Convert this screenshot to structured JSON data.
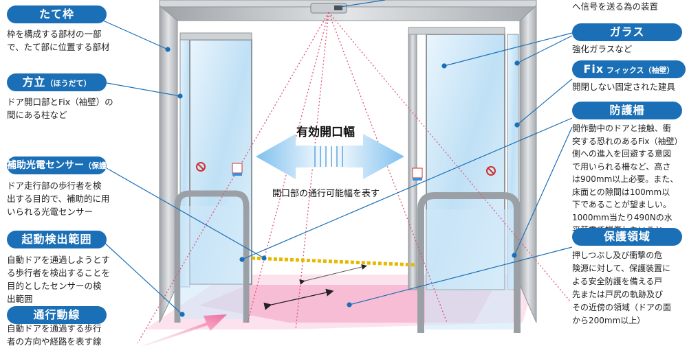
{
  "left_labels": [
    {
      "id": "tatewaku",
      "title": "たて枠",
      "sub": "",
      "desc": [
        "枠を構成する部材の一部",
        "で、たて部に位置する部材"
      ]
    },
    {
      "id": "houdate",
      "title": "方立",
      "sub": "（ほうだて）",
      "desc": [
        "ドア開口部とFix（袖壁）の",
        "間にある柱など"
      ]
    },
    {
      "id": "hojo-sensor",
      "title": "補助光電センサー",
      "sub": "（保護装置）",
      "desc": [
        "ドア走行部の歩行者を検",
        "出する目的で、補助的に用",
        "いられる光電センサー"
      ]
    },
    {
      "id": "kidou",
      "title": "起動検出範囲",
      "sub": "",
      "desc": [
        "自動ドアを通過しようとす",
        "る歩行者を検出することを",
        "目的としたセンサーの検",
        "出範囲"
      ]
    },
    {
      "id": "tsuukou",
      "title": "通行動線",
      "sub": "",
      "desc": [
        "自動ドアを通過する歩行",
        "者の方向や経路を表す線"
      ]
    }
  ],
  "right_labels": [
    {
      "id": "top-desc",
      "title": "",
      "sub": "",
      "desc": [
        "へ信号を送る為の装置"
      ]
    },
    {
      "id": "glass",
      "title": "ガラス",
      "sub": "",
      "desc": [
        "強化ガラスなど"
      ]
    },
    {
      "id": "fix",
      "title": "Fix",
      "sub": " フィックス（袖壁）",
      "desc": [
        "開閉しない固定された建具"
      ]
    },
    {
      "id": "bougosaku",
      "title": "防護柵",
      "sub": "",
      "desc": [
        "開作動中のドアと接触、衝",
        "突する恐れのあるFix（袖壁）",
        "側への進入を回避する意図",
        "で用いられる柵など、高さ",
        "は900mm以上必要。また、",
        "床面との隙間は100mm以",
        "下であることが望ましい。",
        "1000mm当たり490Nの水",
        "平荷重で損傷しないこと。"
      ]
    },
    {
      "id": "hogo",
      "title": "保護領域",
      "sub": "",
      "desc": [
        "押しつぶし及び衝撃の危",
        "険源に対して、保護装置に",
        "よる安全防護を備える戸",
        "先または戸尻の軌跡及び",
        "その近傍の領域（ドアの面",
        "から200mm以上）"
      ]
    }
  ],
  "center": {
    "opening_width": "有効開口幅",
    "opening_desc": "開口部の通行可能幅を表す"
  },
  "colors": {
    "pill": "#1a6fb6",
    "leader": "#1a6fb6",
    "frame": "#b8bcc0",
    "glass": "#cfe8f8",
    "floor": "#f6b6cf",
    "arrow": "#3a8fd8",
    "sensor_beam": "#e8b800"
  },
  "icons": [
    "no-entry-sign-icon",
    "caution-sticker-icon"
  ]
}
